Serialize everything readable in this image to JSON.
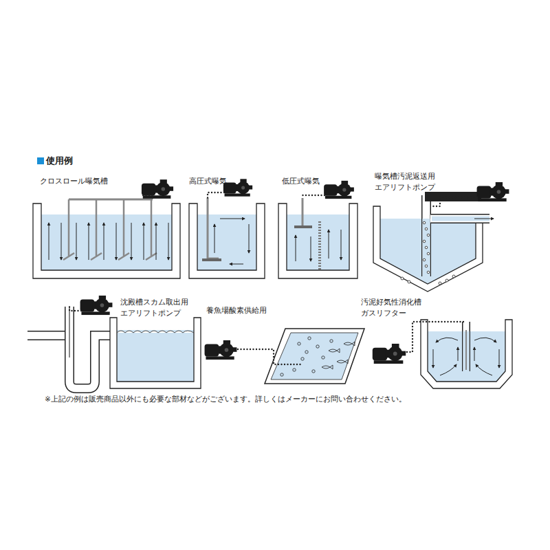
{
  "diagram": {
    "title": "使用例",
    "nodes": [
      {
        "text": [
          "クロスロール曝気槽"
        ]
      },
      {
        "text": [
          "高圧式曝気"
        ]
      },
      {
        "text": [
          "低圧式曝気"
        ]
      },
      {
        "text": [
          "曝気槽汚泥返送用 エアリフトポンプ"
        ]
      },
      {
        "text": [
          "沈殿槽スカム取出用 エアリフトポンプ"
        ]
      },
      {
        "text": [
          "養魚場酸素供給用"
        ]
      },
      {
        "text": [
          "汚泥好気性消化槽 ガスリフター"
        ]
      }
    ],
    "labels": [
      "※上記の例は販売商品以外にも必要な部材などがございます。詳しくはメーカーにお問い合わせください。"
    ]
  }
}
